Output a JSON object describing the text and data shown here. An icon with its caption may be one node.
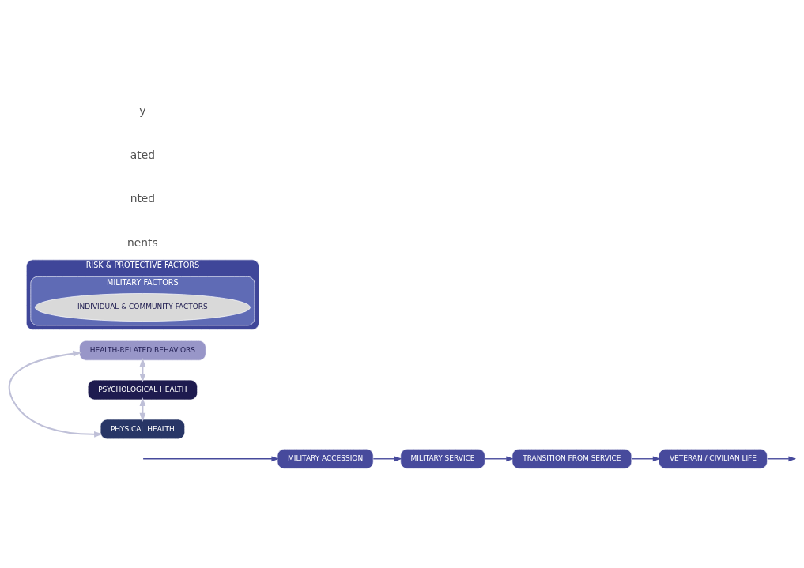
{
  "diagram": {
    "nodes": [
      {
        "text": [
          "MILITARY ACCESSION"
        ]
      },
      {
        "text": [
          "MILITARY SERVICE"
        ]
      },
      {
        "text": [
          "TRANSITION FROM SERVICE"
        ]
      },
      {
        "text": [
          "VETERAN / CIVILIAN LIFE"
        ]
      },
      {
        "text": [
          "HEALTH-RELATED BEHAVIORS"
        ]
      },
      {
        "text": [
          "PHYSICAL HEALTH"
        ]
      },
      {
        "text": [
          "PSYCHOLOGICAL HEALTH"
        ]
      },
      {
        "text": [
          "RISK & PROTECTIVE FACTORS"
        ]
      },
      {
        "text": [
          "MILITARY FACTORS"
        ],
        "in": 7
      },
      {
        "text": [
          "INDIVIDUAL & COMMUNITY FACTORS"
        ],
        "in": 8
      }
    ],
    "edges": [
      {
        "from": null,
        "to": 0,
        "arrow": "to"
      },
      {
        "from": 0,
        "to": 1,
        "arrow": "to"
      },
      {
        "from": 1,
        "to": 2,
        "arrow": "to"
      },
      {
        "from": 2,
        "to": 3,
        "arrow": "to"
      },
      {
        "from": 3,
        "to": null,
        "arrow": "to"
      },
      {
        "from": 5,
        "to": 4,
        "arrow": "both",
        "color": "#bfc0d8"
      },
      {
        "from": 4,
        "to": 6,
        "arrow": "both",
        "color": "#bfc0d8"
      },
      {
        "from": 5,
        "to": 6,
        "arrow": "both",
        "color": "#bfc0d8"
      }
    ],
    "labels": [
      "nents",
      "nted",
      "ated",
      "y"
    ]
  }
}
